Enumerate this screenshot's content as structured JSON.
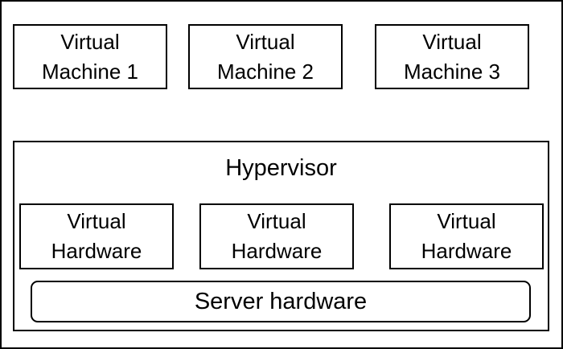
{
  "virtual_machines": [
    {
      "line1": "Virtual",
      "line2": "Machine 1"
    },
    {
      "line1": "Virtual",
      "line2": "Machine 2"
    },
    {
      "line1": "Virtual",
      "line2": "Machine 3"
    }
  ],
  "hypervisor": {
    "title": "Hypervisor",
    "virtual_hardware": [
      {
        "line1": "Virtual",
        "line2": "Hardware"
      },
      {
        "line1": "Virtual",
        "line2": "Hardware"
      },
      {
        "line1": "Virtual",
        "line2": "Hardware"
      }
    ],
    "server_hardware": "Server hardware"
  }
}
